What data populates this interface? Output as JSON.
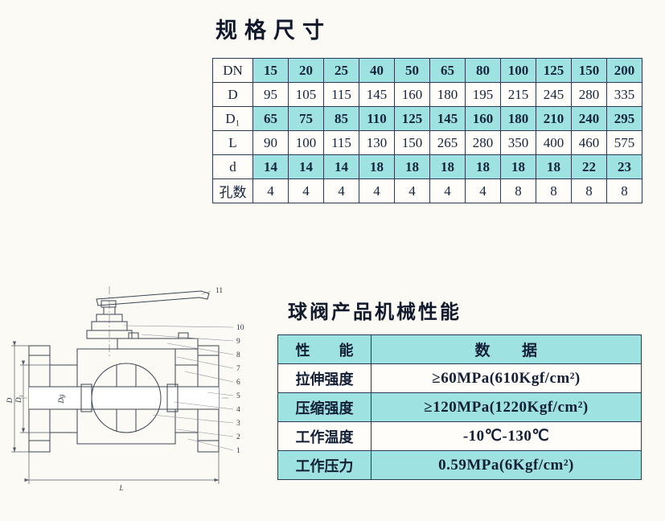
{
  "colors": {
    "highlight": "#9fe2e2",
    "paper": "#fbfaf5",
    "ink": "#172849"
  },
  "spec_section": {
    "title": "规格尺寸",
    "table": {
      "row_labels": [
        "DN",
        "D",
        "D₁",
        "L",
        "d",
        "孔数"
      ],
      "rows": [
        [
          "15",
          "20",
          "25",
          "40",
          "50",
          "65",
          "80",
          "100",
          "125",
          "150",
          "200"
        ],
        [
          "95",
          "105",
          "115",
          "145",
          "160",
          "180",
          "195",
          "215",
          "245",
          "280",
          "335"
        ],
        [
          "65",
          "75",
          "85",
          "110",
          "125",
          "145",
          "160",
          "180",
          "210",
          "240",
          "295"
        ],
        [
          "90",
          "100",
          "115",
          "130",
          "150",
          "265",
          "280",
          "350",
          "400",
          "460",
          "575"
        ],
        [
          "14",
          "14",
          "14",
          "18",
          "18",
          "18",
          "18",
          "18",
          "18",
          "22",
          "23"
        ],
        [
          "4",
          "4",
          "4",
          "4",
          "4",
          "4",
          "4",
          "8",
          "8",
          "8",
          "8"
        ]
      ]
    }
  },
  "mech_section": {
    "title": "球阀产品机械性能",
    "table": {
      "header": [
        "性　　能",
        "数　　据"
      ],
      "rows": [
        {
          "label": "拉伸强度",
          "value": "≥60MPa(610Kgf/cm²)"
        },
        {
          "label": "压缩强度",
          "value": "≥120MPa(1220Kgf/cm²)"
        },
        {
          "label": "工作温度",
          "value": "-10℃-130℃"
        },
        {
          "label": "工作压力",
          "value": "0.59MPa(6Kgf/cm²)"
        }
      ]
    }
  },
  "diagram": {
    "part_numbers": [
      "11",
      "10",
      "9",
      "8",
      "7",
      "6",
      "5",
      "4",
      "3",
      "2",
      "1"
    ],
    "dimensions": {
      "left_outer": "D",
      "left_inner": "D₁",
      "neck": "Dg",
      "bottom": "L"
    }
  }
}
